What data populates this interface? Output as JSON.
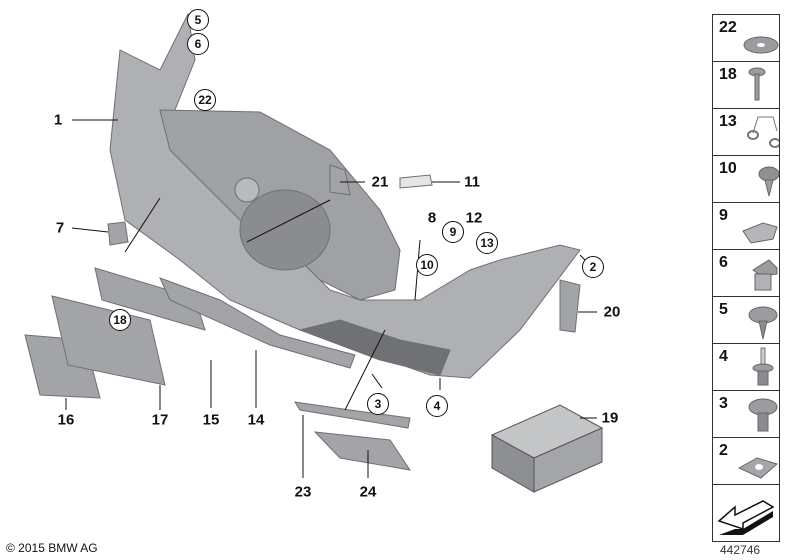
{
  "callouts": {
    "p1": "1",
    "p2": "2",
    "p3": "3",
    "p4": "4",
    "p5": "5",
    "p6": "6",
    "p7": "7",
    "p8": "8",
    "p9": "9",
    "p10": "10",
    "p11": "11",
    "p12": "12",
    "p13": "13",
    "p14": "14",
    "p15": "15",
    "p16": "16",
    "p17": "17",
    "p18": "18",
    "p19": "19",
    "p20": "20",
    "p21": "21",
    "p22": "22",
    "p23": "23",
    "p24": "24"
  },
  "sidebar": {
    "items": [
      {
        "label": "22",
        "icon": "washer-icon"
      },
      {
        "label": "18",
        "icon": "screw-icon"
      },
      {
        "label": "13",
        "icon": "spring-clip-icon"
      },
      {
        "label": "10",
        "icon": "hex-screw-icon"
      },
      {
        "label": "9",
        "icon": "clip-nut-icon"
      },
      {
        "label": "6",
        "icon": "expansion-nut-icon"
      },
      {
        "label": "5",
        "icon": "flange-screw-icon"
      },
      {
        "label": "4",
        "icon": "stud-icon"
      },
      {
        "label": "3",
        "icon": "collar-screw-icon"
      },
      {
        "label": "2",
        "icon": "clamp-nut-icon"
      }
    ],
    "arrow_icon": "arrow-icon"
  },
  "diagram_number": "442746",
  "copyright": "© 2015 BMW AG",
  "colors": {
    "part": "#a9abae",
    "part_dark": "#7c7e82",
    "line": "#111111"
  }
}
